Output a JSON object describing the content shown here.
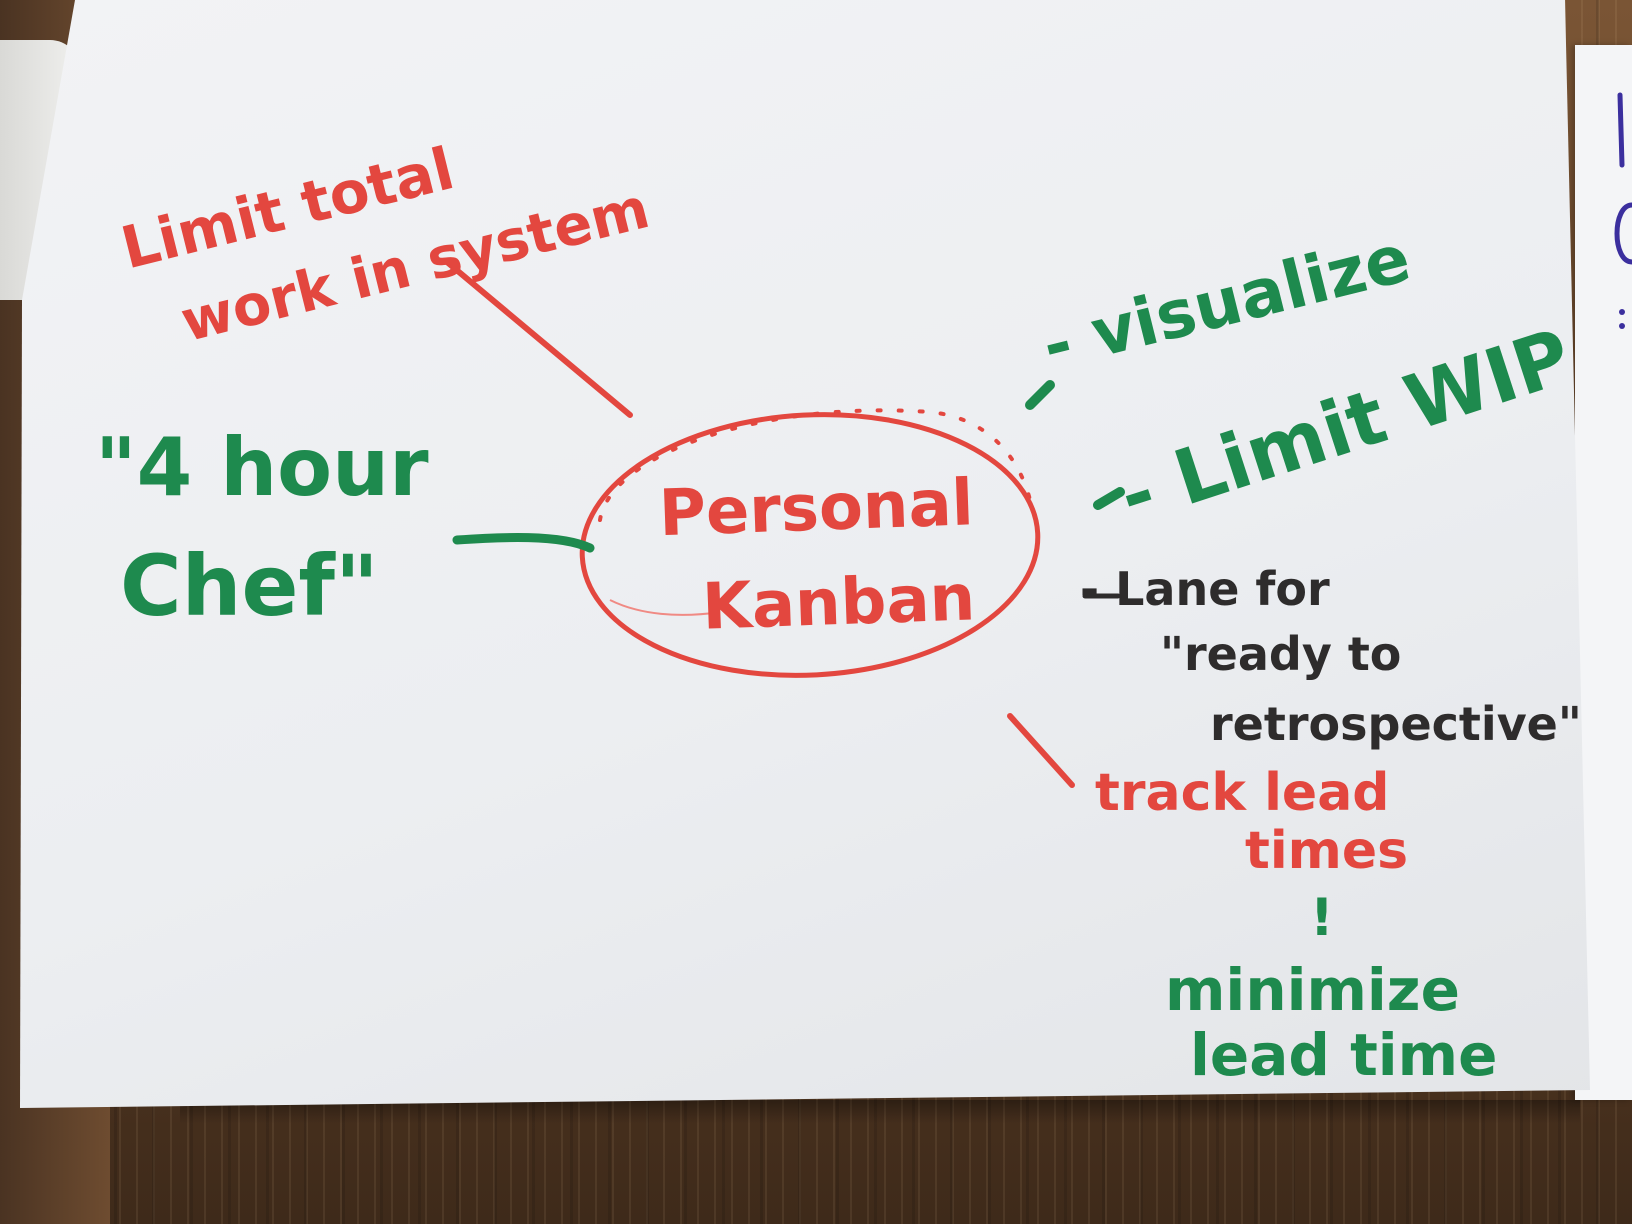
{
  "scene": {
    "description_free": true
  },
  "mindmap": {
    "center": [
      "Personal",
      "Kanban"
    ],
    "top_left": [
      "Limit total",
      "work in system"
    ],
    "left": [
      "\"4 hour",
      "Chef\""
    ],
    "right_1": "- visualize",
    "right_2": "- Limit WIP",
    "right_3": [
      "- Lane for",
      "\"ready to",
      "retrospective\""
    ],
    "right_4": [
      "track lead",
      "times"
    ],
    "arrow_mark": "!",
    "bottom_right": [
      "minimize",
      "lead time"
    ]
  },
  "colors": {
    "red_marker": "#e3473f",
    "green_marker": "#1e8a4e",
    "black_marker": "#2e2c2c",
    "purple_marker": "#3b2f9e",
    "paper": "#eef0f3",
    "wood": "#6b4a30"
  }
}
